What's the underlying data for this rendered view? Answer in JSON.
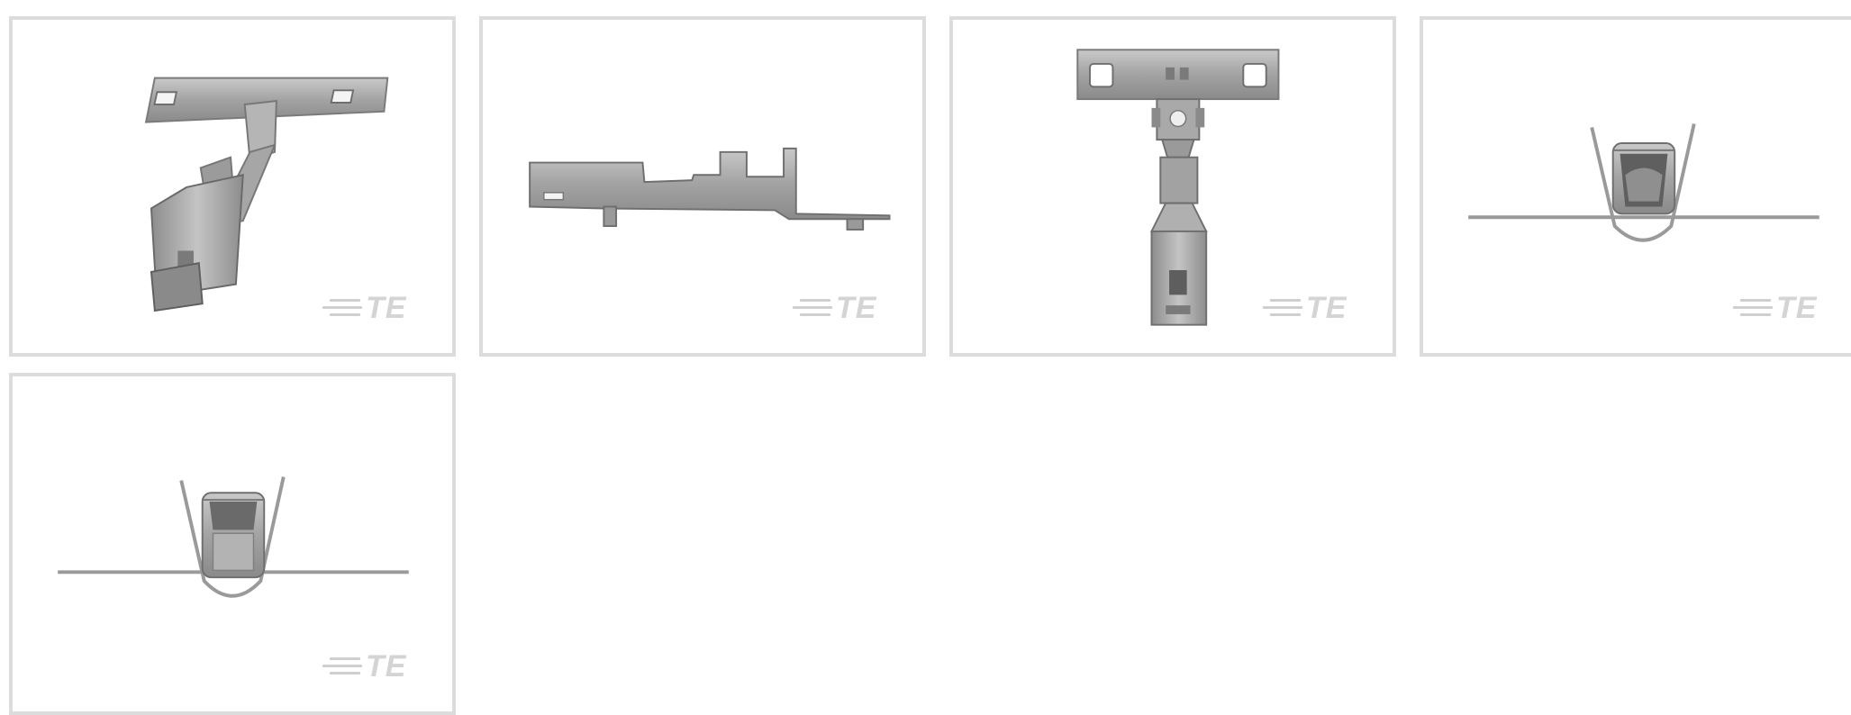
{
  "gallery": {
    "brand_mark": "TE",
    "colors": {
      "border": "#dcdcdc",
      "metal": "#a8a8a8",
      "metal_dark": "#6f6f6f",
      "logo": "#d0d0d0"
    },
    "thumbnails": [
      {
        "view": "isometric",
        "logo": "TE"
      },
      {
        "view": "side",
        "logo": "TE"
      },
      {
        "view": "top",
        "logo": "TE"
      },
      {
        "view": "front",
        "logo": "TE"
      },
      {
        "view": "rear",
        "logo": "TE"
      }
    ]
  }
}
